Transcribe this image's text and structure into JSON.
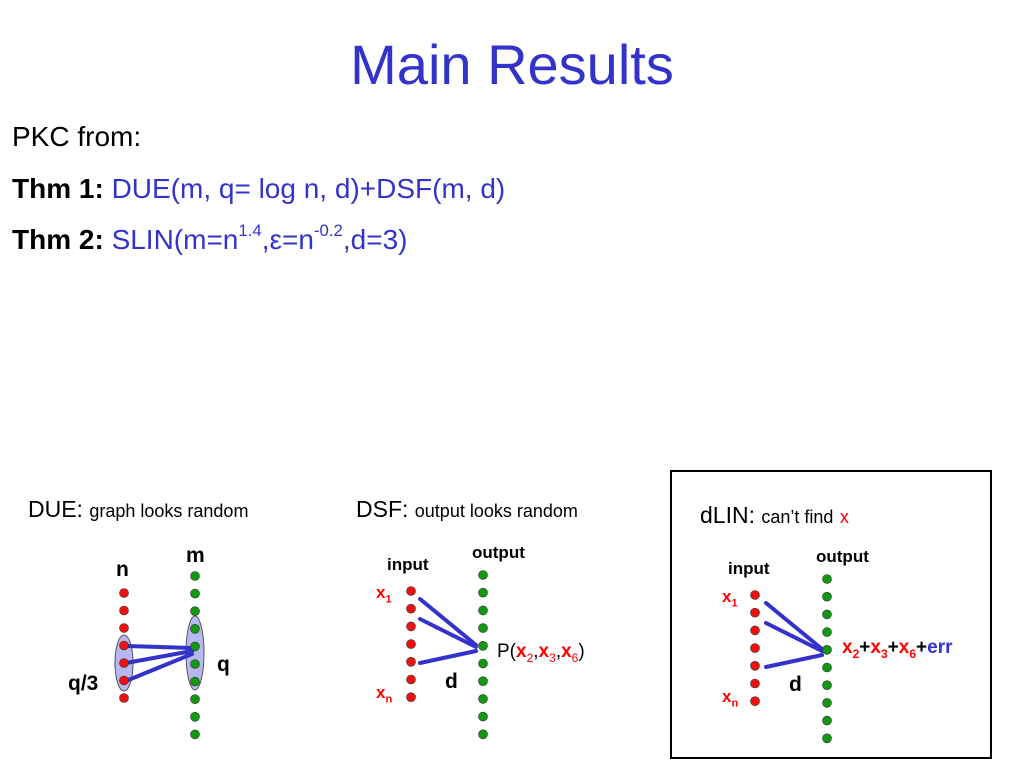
{
  "slide": {
    "title": "Main Results",
    "line1": "PKC from:",
    "thm1": {
      "label": "Thm 1:",
      "text": "DUE(m, q= log n, d)+DSF(m, d)"
    },
    "thm2": {
      "label": "Thm 2:",
      "pre": "SLIN(m=n",
      "sup1": "1.4",
      "mid1": ",",
      "eps": "ε",
      "mid2": "=n",
      "sup2": "-0.2",
      "post": ",d=3)"
    }
  },
  "due": {
    "head": "DUE:",
    "sub": "graph looks random",
    "label_n": "n",
    "label_m": "m",
    "label_q": "q",
    "label_q3": "q/3"
  },
  "dsf": {
    "head": "DSF:",
    "sub": "output looks random",
    "input": "input",
    "output": "output",
    "x1": "x",
    "x1_sub": "1",
    "xn": "x",
    "xn_sub": "n",
    "d": "d",
    "p_open": "P(",
    "v2": "x",
    "v2_sub": "2",
    "c1": ",",
    "v3": "x",
    "v3_sub": "3",
    "c2": ",",
    "v6": "x",
    "v6_sub": "6",
    "p_close": ")"
  },
  "dlin": {
    "head": "dLIN:",
    "sub": "can’t find",
    "x": "x",
    "input": "input",
    "output": "output",
    "x1": "x",
    "x1_sub": "1",
    "xn": "x",
    "xn_sub": "n",
    "d": "d",
    "v2": "x",
    "v2_sub": "2",
    "p1": "+",
    "v3": "x",
    "v3_sub": "3",
    "p2": "+",
    "v6": "x",
    "v6_sub": "6",
    "p3": "+",
    "err": "err"
  },
  "colors": {
    "title": "#3333cc",
    "red_node": "#ee1111",
    "green_node": "#119911",
    "edge": "#3333cc",
    "highlight": "#b8b8f0"
  }
}
